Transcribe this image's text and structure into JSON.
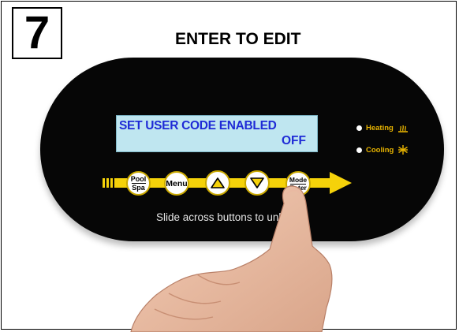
{
  "step": {
    "number": "7"
  },
  "heading": "ENTER TO EDIT",
  "display": {
    "line1": "SET USER CODE ENABLED",
    "line2": "OFF"
  },
  "indicators": [
    {
      "label": "Heating",
      "icon": "heating-icon"
    },
    {
      "label": "Cooling",
      "icon": "cooling-icon"
    }
  ],
  "buttons": {
    "pool_spa": {
      "top": "Pool",
      "bottom": "Spa"
    },
    "menu": "Menu",
    "up": {
      "icon": "up-triangle-icon"
    },
    "down": {
      "icon": "down-triangle-icon"
    },
    "mode_enter": {
      "top": "Mode",
      "bottom": "Enter"
    }
  },
  "hint": "Slide across buttons to unlock",
  "colors": {
    "panel": "#060606",
    "lcd_bg": "#bfe6f0",
    "lcd_text": "#1f2bd6",
    "accent_yellow": "#f5d20a",
    "indicator_text": "#e8b400"
  }
}
